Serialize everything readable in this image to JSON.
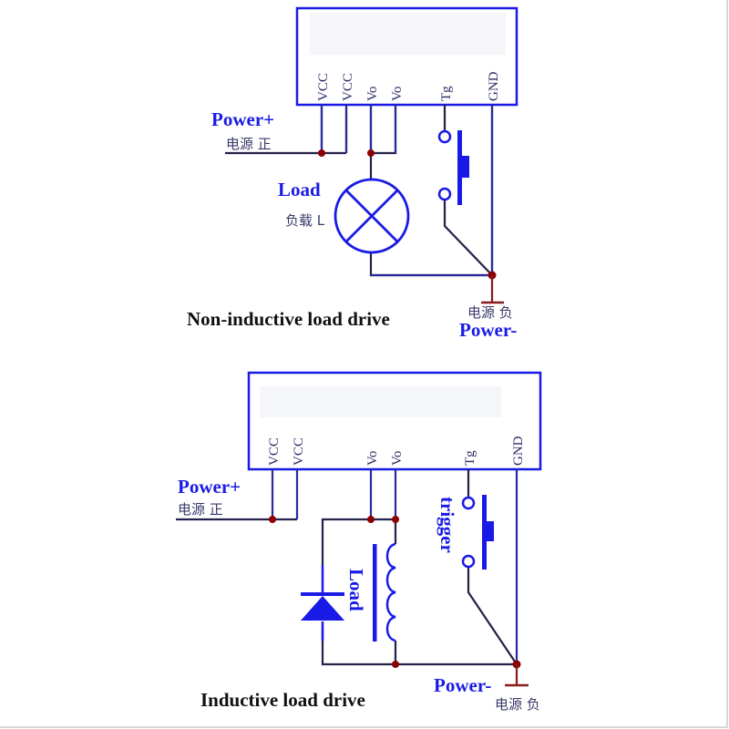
{
  "colors": {
    "wire": "#22224a",
    "component": "#1a1ae6",
    "junction": "#8b0000",
    "ground": "#8b1a1a",
    "title_text": "#111111",
    "chinese_text": "#3a3a6a"
  },
  "diagrams": [
    {
      "id": "non-inductive",
      "title": "Non-inductive load drive",
      "module_pins": [
        "VCC",
        "VCC",
        "Vo",
        "Vo",
        "Tg",
        "GND"
      ],
      "power_plus": {
        "label": "Power+",
        "label_cn": "电源 正"
      },
      "power_minus": {
        "label": "Power-",
        "label_cn": "电源 负"
      },
      "load": {
        "label": "Load",
        "label_cn": "负载 L",
        "symbol": "lamp"
      },
      "switch": {
        "label": "",
        "symbol": "push-button"
      }
    },
    {
      "id": "inductive",
      "title": "Inductive load drive",
      "module_pins": [
        "VCC",
        "VCC",
        "Vo",
        "Vo",
        "Tg",
        "GND"
      ],
      "power_plus": {
        "label": "Power+",
        "label_cn": "电源 正"
      },
      "power_minus": {
        "label": "Power-",
        "label_cn": "电源 负"
      },
      "load": {
        "label": "Load",
        "symbol": "inductor"
      },
      "diode": {
        "symbol": "flyback-diode"
      },
      "switch": {
        "label": "trigger",
        "symbol": "push-button"
      }
    }
  ]
}
